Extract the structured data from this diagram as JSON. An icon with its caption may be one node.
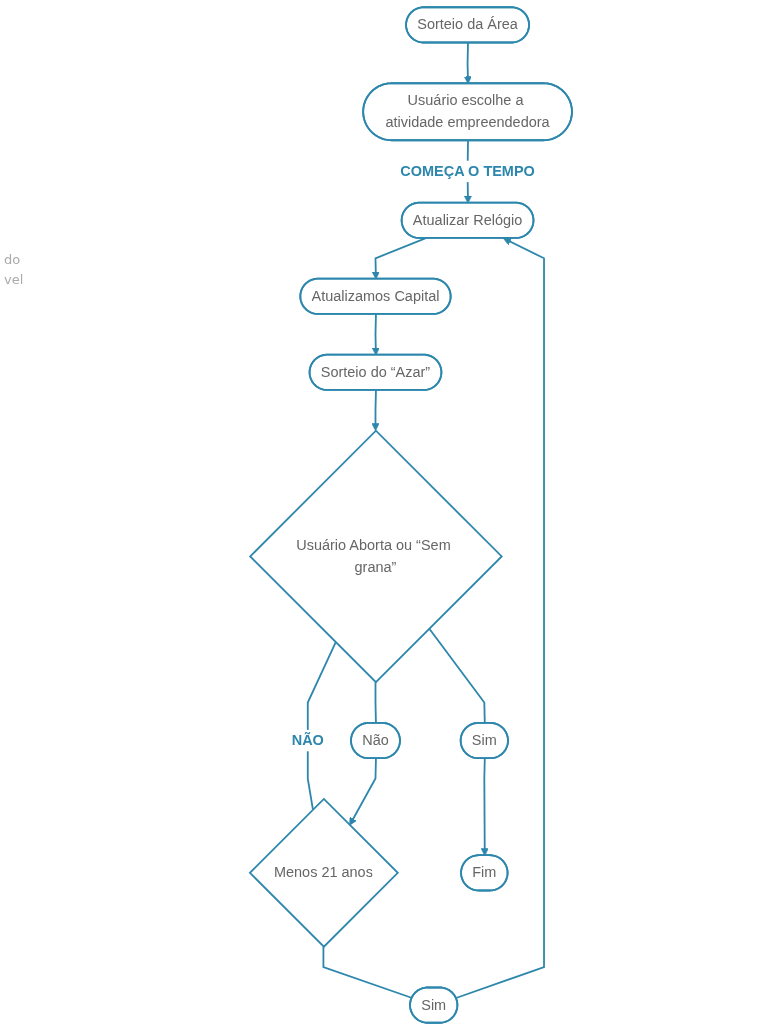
{
  "diagram": {
    "nodes": [
      {
        "text": [
          "Sorteio da Área"
        ]
      },
      {
        "text": [
          "Usuário escolhe a atividade empreendedora"
        ]
      },
      {
        "text": [
          "Atualizar Relógio"
        ]
      },
      {
        "text": [
          "Atualizamos Capital"
        ]
      },
      {
        "text": [
          "Sorteio do “Azar”"
        ]
      },
      {
        "text": [
          "Usuário Aborta ou “Sem grana”"
        ]
      },
      {
        "text": [
          "Menos 21 anos"
        ]
      },
      {
        "text": [
          "Sim"
        ]
      },
      {
        "text": [
          "Não"
        ]
      },
      {
        "text": [
          "Sim"
        ]
      },
      {
        "text": [
          "Fim"
        ]
      }
    ],
    "edges": [
      {
        "from": 0,
        "to": 1,
        "arrow": "to"
      },
      {
        "from": 1,
        "to": 2,
        "arrow": "to",
        "label": "COMEÇA O TEMPO"
      },
      {
        "from": 2,
        "to": 3,
        "arrow": "to"
      },
      {
        "from": 3,
        "to": 4,
        "arrow": "to"
      },
      {
        "from": 4,
        "to": 5,
        "arrow": "to"
      },
      {
        "from": 5,
        "to": 6,
        "arrow": "none",
        "label": "NÃO"
      },
      {
        "from": 6,
        "to": 7,
        "arrow": "none"
      },
      {
        "from": 7,
        "to": 2,
        "arrow": "to"
      },
      {
        "from": 5,
        "to": 8,
        "arrow": "none"
      },
      {
        "from": 5,
        "to": 9,
        "arrow": "none"
      },
      {
        "from": 8,
        "to": 6,
        "arrow": "to"
      },
      {
        "from": 9,
        "to": 10,
        "arrow": "to"
      }
    ],
    "labels": [
      "do",
      "vel"
    ]
  }
}
